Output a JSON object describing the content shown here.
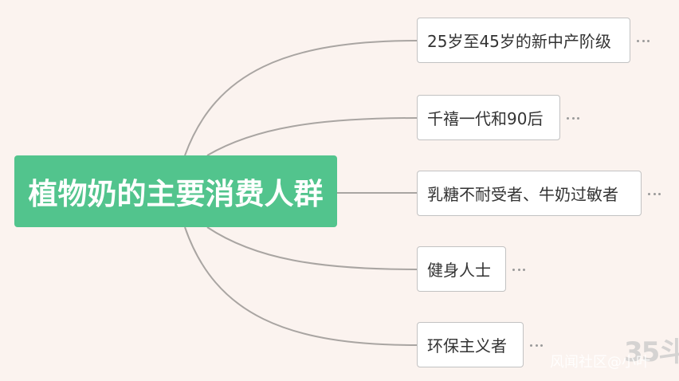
{
  "mindmap": {
    "root": "植物奶的主要消费人群",
    "children": [
      "25岁至45岁的新中产阶级",
      "千禧一代和90后",
      "乳糖不耐受者、牛奶过敏者",
      "健身人士",
      "环保主义者"
    ]
  },
  "watermark": {
    "text": "风闻社区@小叶",
    "logo": "35斗"
  },
  "colors": {
    "background": "#fbf3ef",
    "root_fill": "#52c48d",
    "connector": "#a9a5a2",
    "node_border": "#c2c2c2"
  }
}
